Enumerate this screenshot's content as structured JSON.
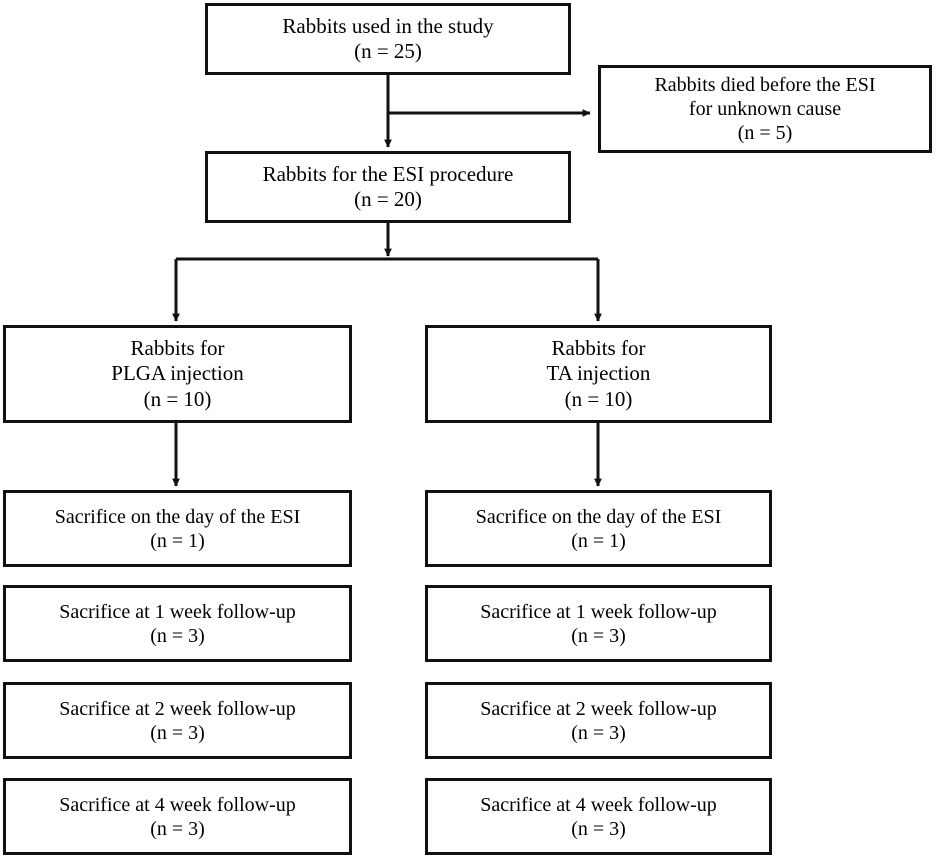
{
  "diagram": {
    "title": "Rabbit ESI study flow diagram",
    "type": "flowchart",
    "stroke_color": "#111111",
    "background_color": "#ffffff",
    "text_color": "#000000"
  },
  "nodes": {
    "enrolled": {
      "line1": "Rabbits used in the study",
      "line2": "(n = 25)",
      "count": 25
    },
    "died": {
      "line1": "Rabbits died before the ESI",
      "line2": "for unknown cause",
      "line3": "(n = 5)",
      "count": 5
    },
    "esi": {
      "line1": "Rabbits for the ESI procedure",
      "line2": "(n = 20)",
      "count": 20
    },
    "plga": {
      "line1": "Rabbits for",
      "line2": "PLGA injection",
      "line3": "(n = 10)",
      "count": 10
    },
    "ta": {
      "line1": "Rabbits for",
      "line2": "TA injection",
      "line3": "(n = 10)",
      "count": 10
    }
  },
  "outcomes": {
    "plga_arm": [
      {
        "line1": "Sacrifice on the day of the ESI",
        "line2": "(n = 1)",
        "count": 1
      },
      {
        "line1": "Sacrifice at 1 week follow-up",
        "line2": "(n = 3)",
        "count": 3
      },
      {
        "line1": "Sacrifice at 2 week follow-up",
        "line2": "(n = 3)",
        "count": 3
      },
      {
        "line1": "Sacrifice at 4 week follow-up",
        "line2": "(n = 3)",
        "count": 3
      }
    ],
    "ta_arm": [
      {
        "line1": "Sacrifice on the day of the ESI",
        "line2": "(n = 1)",
        "count": 1
      },
      {
        "line1": "Sacrifice at 1 week follow-up",
        "line2": "(n = 3)",
        "count": 3
      },
      {
        "line1": "Sacrifice at 2 week follow-up",
        "line2": "(n = 3)",
        "count": 3
      },
      {
        "line1": "Sacrifice at 4 week follow-up",
        "line2": "(n = 3)",
        "count": 3
      }
    ]
  }
}
